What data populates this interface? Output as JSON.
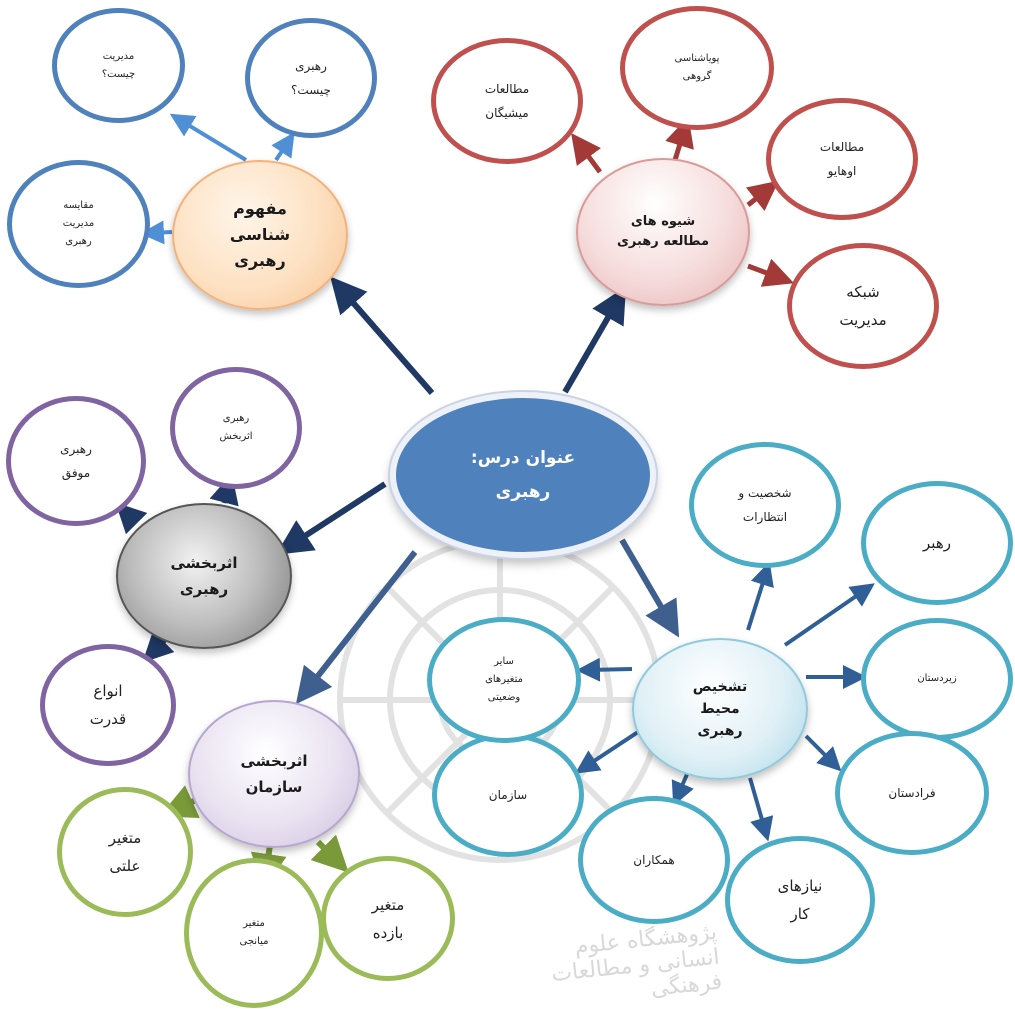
{
  "center": {
    "line1": "عنوان درس:",
    "line2": "رهبری"
  },
  "hubs": {
    "concept": "مفهوم\nشناسی\nرهبری",
    "study": "شیوه های\nمطالعه رهبری",
    "effective": "اثربخشی\nرهبری",
    "org": "اثربخشی\nسازمان",
    "env": "تشخیص\nمحیط\nرهبری"
  },
  "leaves": {
    "what_management": "مدیریت\nچیست؟",
    "what_leadership": "رهبری\nچیست؟",
    "compare": "مقایسه\nمدیریت\nرهبری",
    "michigan": "مطالعات\nمیشیگان",
    "group_dynamics": "پویاشناسی\nگروهی",
    "ohio": "مطالعات\nاوهایو",
    "grid": "شبکه\nمدیریت",
    "successful": "رهبری\nموفق",
    "effective_leadership": "رهبری\nاثربخش",
    "power": "انواع\nقدرت",
    "causal": "متغیر\nعلتی",
    "mediating": "متغیر\nمیانجی",
    "output": "متغیر\nبازده",
    "personality": "شخصیت و\nانتظارات",
    "leader": "رهبر",
    "subordinates": "زیردستان",
    "superiors": "فرادستان",
    "job": "نیازهای\nکار",
    "colleagues": "همکاران",
    "organization": "سازمان",
    "other": "سایر\nمتغیرهای\nوضعیتی"
  },
  "colors": {
    "blue": "#4f81bd",
    "red": "#c0504d",
    "purple": "#8064a2",
    "green": "#9bbb59",
    "teal": "#4bacc6",
    "navy_arrow": "#1f3864"
  },
  "watermark": "پژوهشگاه علوم انسانی و مطالعات فرهنگی"
}
